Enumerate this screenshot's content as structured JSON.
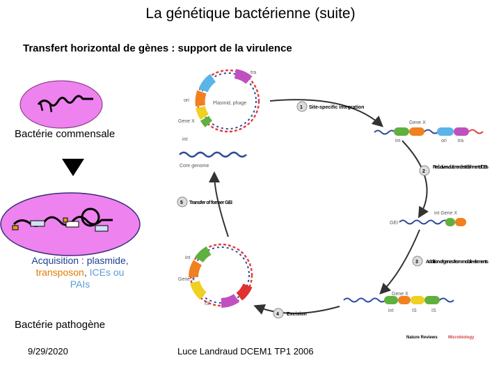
{
  "title": "La génétique bactérienne (suite)",
  "subtitle": "Transfert horizontal de gènes : support de la virulence",
  "left": {
    "commensal_label": "Bactérie commensale",
    "acquisition": {
      "prefix": "Acquisition",
      "rest1": " : plasmide,",
      "transposon": "transposon",
      "comma": ", ",
      "ices": "ICEs ou",
      "pais": "PAIs"
    },
    "pathogen_label": "Bactérie pathogène"
  },
  "figure": {
    "labels": {
      "tra": "tra",
      "ori": "ori",
      "plasmid_phage": "Plasmid, phage",
      "gene_x_top": "Gene X",
      "int_top": "int",
      "core_genome": "Core genome",
      "gene_x_right": "Gene X",
      "int_right": "int",
      "ori_right": "ori",
      "tra_right": "tra",
      "gei": "GEI",
      "int_gene_x": "int  Gene X",
      "int_bottom": "int",
      "gene_x_bottom_left": "Gene X",
      "is_bottom_left": "IS",
      "gene_x_bottom": "Gene X",
      "int_bottom_right": "int",
      "is_bottom_right": "IS",
      "is2_bottom_right": "IS"
    },
    "steps": [
      {
        "num": "1",
        "text": "Site-specific integration"
      },
      {
        "num": "2",
        "text": "Reductive evolution and establishment of GEIs"
      },
      {
        "num": "3",
        "text": "Addition of genes from mobile elements"
      },
      {
        "num": "4",
        "text": "Excision"
      },
      {
        "num": "5",
        "text": "Transfer of former GEI"
      }
    ],
    "source": "Nature Reviews",
    "source_journal": "Microbiology"
  },
  "footer": {
    "date": "9/29/2020",
    "author": "Luce Landraud DCEM1 TP1 2006"
  },
  "colors": {
    "cell_fill": "#ee82ee",
    "step_num_fill": "#dddddd",
    "arrow": "#333333"
  }
}
